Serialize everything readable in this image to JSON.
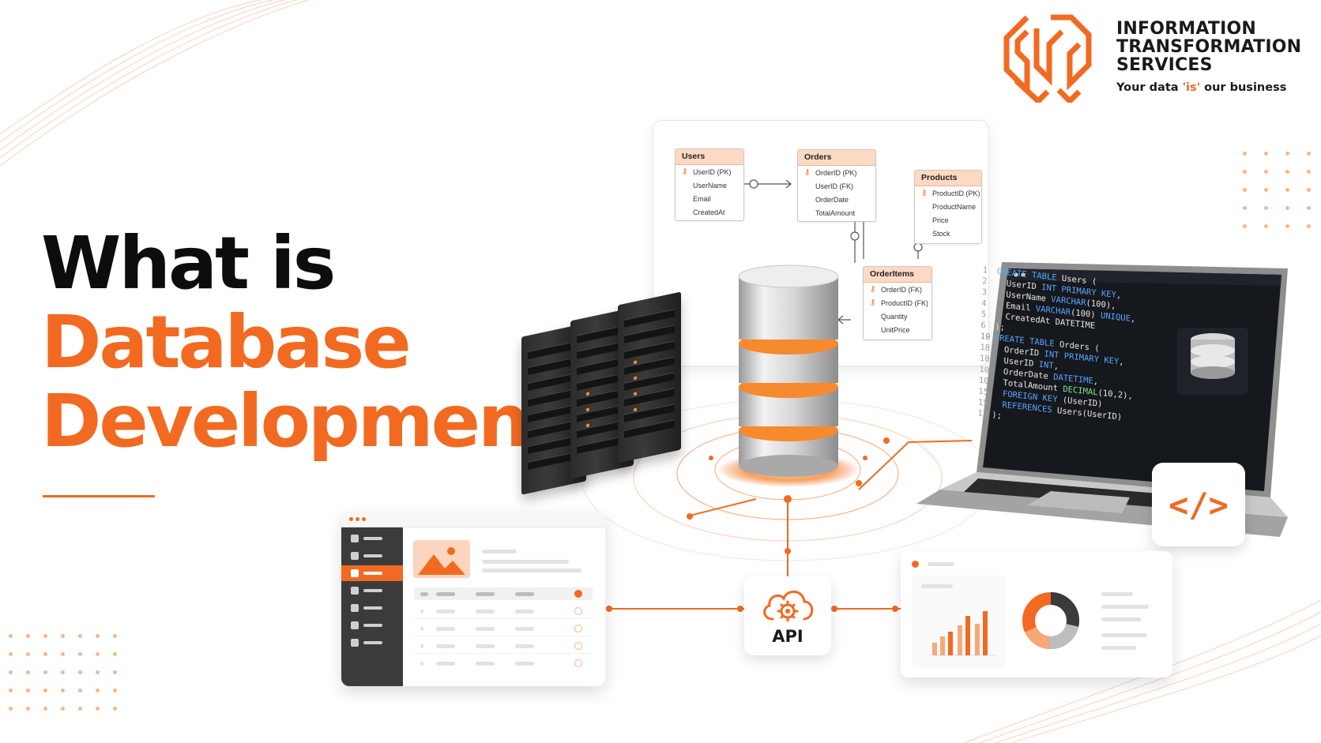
{
  "headline": {
    "line1": "What is",
    "line2": "Database",
    "line3": "Development?"
  },
  "logo": {
    "name_line1": "INFORMATION",
    "name_line2": "TRANSFORMATION",
    "name_line3": "SERVICES",
    "tagline_before": "Your data ",
    "tagline_highlight": "'is'",
    "tagline_after": " our business"
  },
  "er_diagram": {
    "tables": [
      {
        "name": "Users",
        "fields": [
          {
            "text": "UserID (PK)",
            "key": true
          },
          {
            "text": "UserName",
            "key": false
          },
          {
            "text": "Email",
            "key": false
          },
          {
            "text": "CreatedAt",
            "key": false
          }
        ]
      },
      {
        "name": "Orders",
        "fields": [
          {
            "text": "OrderID (PK)",
            "key": true
          },
          {
            "text": "UserID (FK)",
            "key": false
          },
          {
            "text": "OrderDate",
            "key": false
          },
          {
            "text": "TotalAmount",
            "key": false
          }
        ]
      },
      {
        "name": "Products",
        "fields": [
          {
            "text": "ProductID (PK)",
            "key": true
          },
          {
            "text": "ProductName",
            "key": false
          },
          {
            "text": "Price",
            "key": false
          },
          {
            "text": "Stock",
            "key": false
          }
        ]
      },
      {
        "name": "OrderItems",
        "fields": [
          {
            "text": "OrderID (FK)",
            "key": true
          },
          {
            "text": "ProductID (FK)",
            "key": true
          },
          {
            "text": "Quantity",
            "key": false
          },
          {
            "text": "UnitPrice",
            "key": false
          }
        ]
      }
    ]
  },
  "code": {
    "lines": [
      {
        "num": "1",
        "parts": [
          [
            "kw",
            "CREATE TABLE "
          ],
          [
            "",
            "Users ("
          ]
        ]
      },
      {
        "num": "2",
        "parts": [
          [
            "",
            "  UserID "
          ],
          [
            "kw",
            "INT PRIMARY KEY"
          ],
          [
            "",
            ","
          ]
        ]
      },
      {
        "num": "3",
        "parts": [
          [
            "",
            "  UserName "
          ],
          [
            "kw",
            "VARCHAR"
          ],
          [
            "",
            "(100),"
          ]
        ]
      },
      {
        "num": "4",
        "parts": [
          [
            "",
            "  Email "
          ],
          [
            "kw",
            "VARCHAR"
          ],
          [
            "",
            "(100) "
          ],
          [
            "kw",
            "UNIQUE"
          ],
          [
            "",
            ","
          ]
        ]
      },
      {
        "num": "5",
        "parts": [
          [
            "",
            "  CreatedAt DATETIME"
          ]
        ]
      },
      {
        "num": "6",
        "parts": [
          [
            "",
            ");"
          ]
        ]
      },
      {
        "num": "19",
        "parts": [
          [
            "",
            ""
          ]
        ]
      },
      {
        "num": "10",
        "parts": [
          [
            "kw",
            "CREATE TABLE "
          ],
          [
            "",
            "Orders ("
          ]
        ]
      },
      {
        "num": "18",
        "parts": [
          [
            "",
            "  OrderID "
          ],
          [
            "kw",
            "INT PRIMARY KEY"
          ],
          [
            "",
            ","
          ]
        ]
      },
      {
        "num": "18",
        "parts": [
          [
            "",
            "  UserID "
          ],
          [
            "kw",
            "INT"
          ],
          [
            "",
            ","
          ]
        ]
      },
      {
        "num": "10",
        "parts": [
          [
            "",
            "  OrderDate "
          ],
          [
            "kw",
            "DATETIME"
          ],
          [
            "",
            ","
          ]
        ]
      },
      {
        "num": "10",
        "parts": [
          [
            "",
            "  TotalAmount "
          ],
          [
            "ty",
            "DECIMAL"
          ],
          [
            "",
            "(10,2),"
          ]
        ]
      },
      {
        "num": "15",
        "parts": [
          [
            "kw",
            "  FOREIGN KEY "
          ],
          [
            "",
            "(UserID)"
          ]
        ]
      },
      {
        "num": "15",
        "parts": [
          [
            "kw",
            "  REFERENCES "
          ],
          [
            "",
            "Users(UserID)"
          ]
        ]
      },
      {
        "num": "13",
        "parts": [
          [
            "",
            ");"
          ]
        ]
      }
    ],
    "badge_icon": "code-brackets-icon",
    "badge_text": "</>"
  },
  "api": {
    "label": "API",
    "icon": "cloud-gear-icon"
  },
  "colors": {
    "accent": "#f26a21",
    "dark": "#0d0d0d",
    "panel_dark": "#3b3b3b"
  }
}
